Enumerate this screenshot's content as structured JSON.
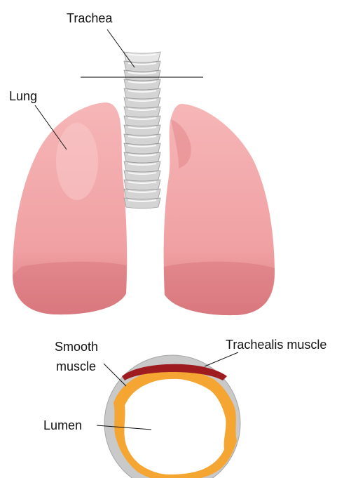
{
  "labels": {
    "trachea": "Trachea",
    "lung": "Lung",
    "smooth_muscle_line1": "Smooth",
    "smooth_muscle_line2": "muscle",
    "trachealis_muscle": "Trachealis muscle",
    "lumen": "Lumen"
  },
  "colors": {
    "lung_fill": "#f0a0a2",
    "lung_lower": "#d9787e",
    "cartilage_fill": "#d0d0d0",
    "cartilage_ring": "#bdbdbd",
    "smooth_muscle": "#f5a531",
    "trachealis_muscle": "#9e1b1f",
    "lumen_fill": "#ffffff"
  }
}
